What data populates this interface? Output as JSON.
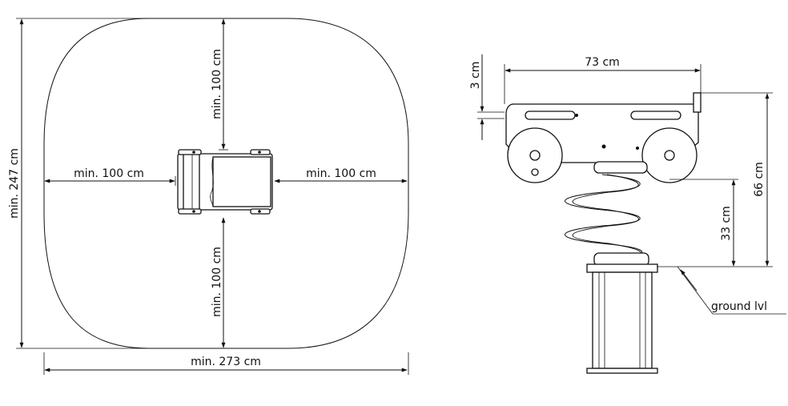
{
  "plan_view": {
    "width_label": "min. 273 cm",
    "height_label": "min. 247 cm",
    "clearance_top": "min. 100 cm",
    "clearance_bottom": "min. 100 cm",
    "clearance_left": "min. 100 cm",
    "clearance_right": "min. 100 cm"
  },
  "side_view": {
    "seat_length": "73 cm",
    "seat_thickness": "3 cm",
    "total_height": "66 cm",
    "seat_height": "33 cm",
    "ground_label": "ground lvl"
  },
  "colors": {
    "line": "#111111",
    "background": "#ffffff"
  }
}
